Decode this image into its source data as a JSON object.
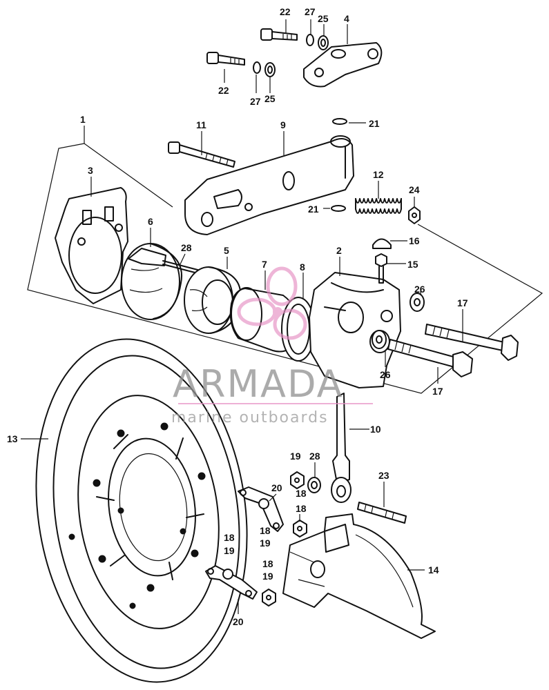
{
  "diagram": {
    "callouts": [
      {
        "id": "c22a",
        "text": "22"
      },
      {
        "id": "c27a",
        "text": "27"
      },
      {
        "id": "c25a",
        "text": "25"
      },
      {
        "id": "c4",
        "text": "4"
      },
      {
        "id": "c22b",
        "text": "22"
      },
      {
        "id": "c27b",
        "text": "27"
      },
      {
        "id": "c25b",
        "text": "25"
      },
      {
        "id": "c21a",
        "text": "21"
      },
      {
        "id": "c1",
        "text": "1"
      },
      {
        "id": "c11",
        "text": "11"
      },
      {
        "id": "c9",
        "text": "9"
      },
      {
        "id": "c3",
        "text": "3"
      },
      {
        "id": "c12",
        "text": "12"
      },
      {
        "id": "c24",
        "text": "24"
      },
      {
        "id": "c21b",
        "text": "21"
      },
      {
        "id": "c6",
        "text": "6"
      },
      {
        "id": "c28a",
        "text": "28"
      },
      {
        "id": "c5",
        "text": "5"
      },
      {
        "id": "c7",
        "text": "7"
      },
      {
        "id": "c8",
        "text": "8"
      },
      {
        "id": "c2",
        "text": "2"
      },
      {
        "id": "c16",
        "text": "16"
      },
      {
        "id": "c15",
        "text": "15"
      },
      {
        "id": "c26a",
        "text": "26"
      },
      {
        "id": "c17a",
        "text": "17"
      },
      {
        "id": "c26b",
        "text": "26"
      },
      {
        "id": "c17b",
        "text": "17"
      },
      {
        "id": "c13",
        "text": "13"
      },
      {
        "id": "c10",
        "text": "10"
      },
      {
        "id": "c19a",
        "text": "19"
      },
      {
        "id": "c28b",
        "text": "28"
      },
      {
        "id": "c18a",
        "text": "18"
      },
      {
        "id": "c20a",
        "text": "20"
      },
      {
        "id": "c18b",
        "text": "18"
      },
      {
        "id": "c18c",
        "text": "18"
      },
      {
        "id": "c19b",
        "text": "19"
      },
      {
        "id": "c23",
        "text": "23"
      },
      {
        "id": "c18d",
        "text": "18"
      },
      {
        "id": "c19c",
        "text": "19"
      },
      {
        "id": "c18e",
        "text": "18"
      },
      {
        "id": "c19d",
        "text": "19"
      },
      {
        "id": "c14",
        "text": "14"
      },
      {
        "id": "c20b",
        "text": "20"
      }
    ]
  },
  "watermark": {
    "title": "ARMADA",
    "subtitle": "marine outboards",
    "logo_color": "#e58fc3",
    "text_color": "#8f8f8f"
  }
}
